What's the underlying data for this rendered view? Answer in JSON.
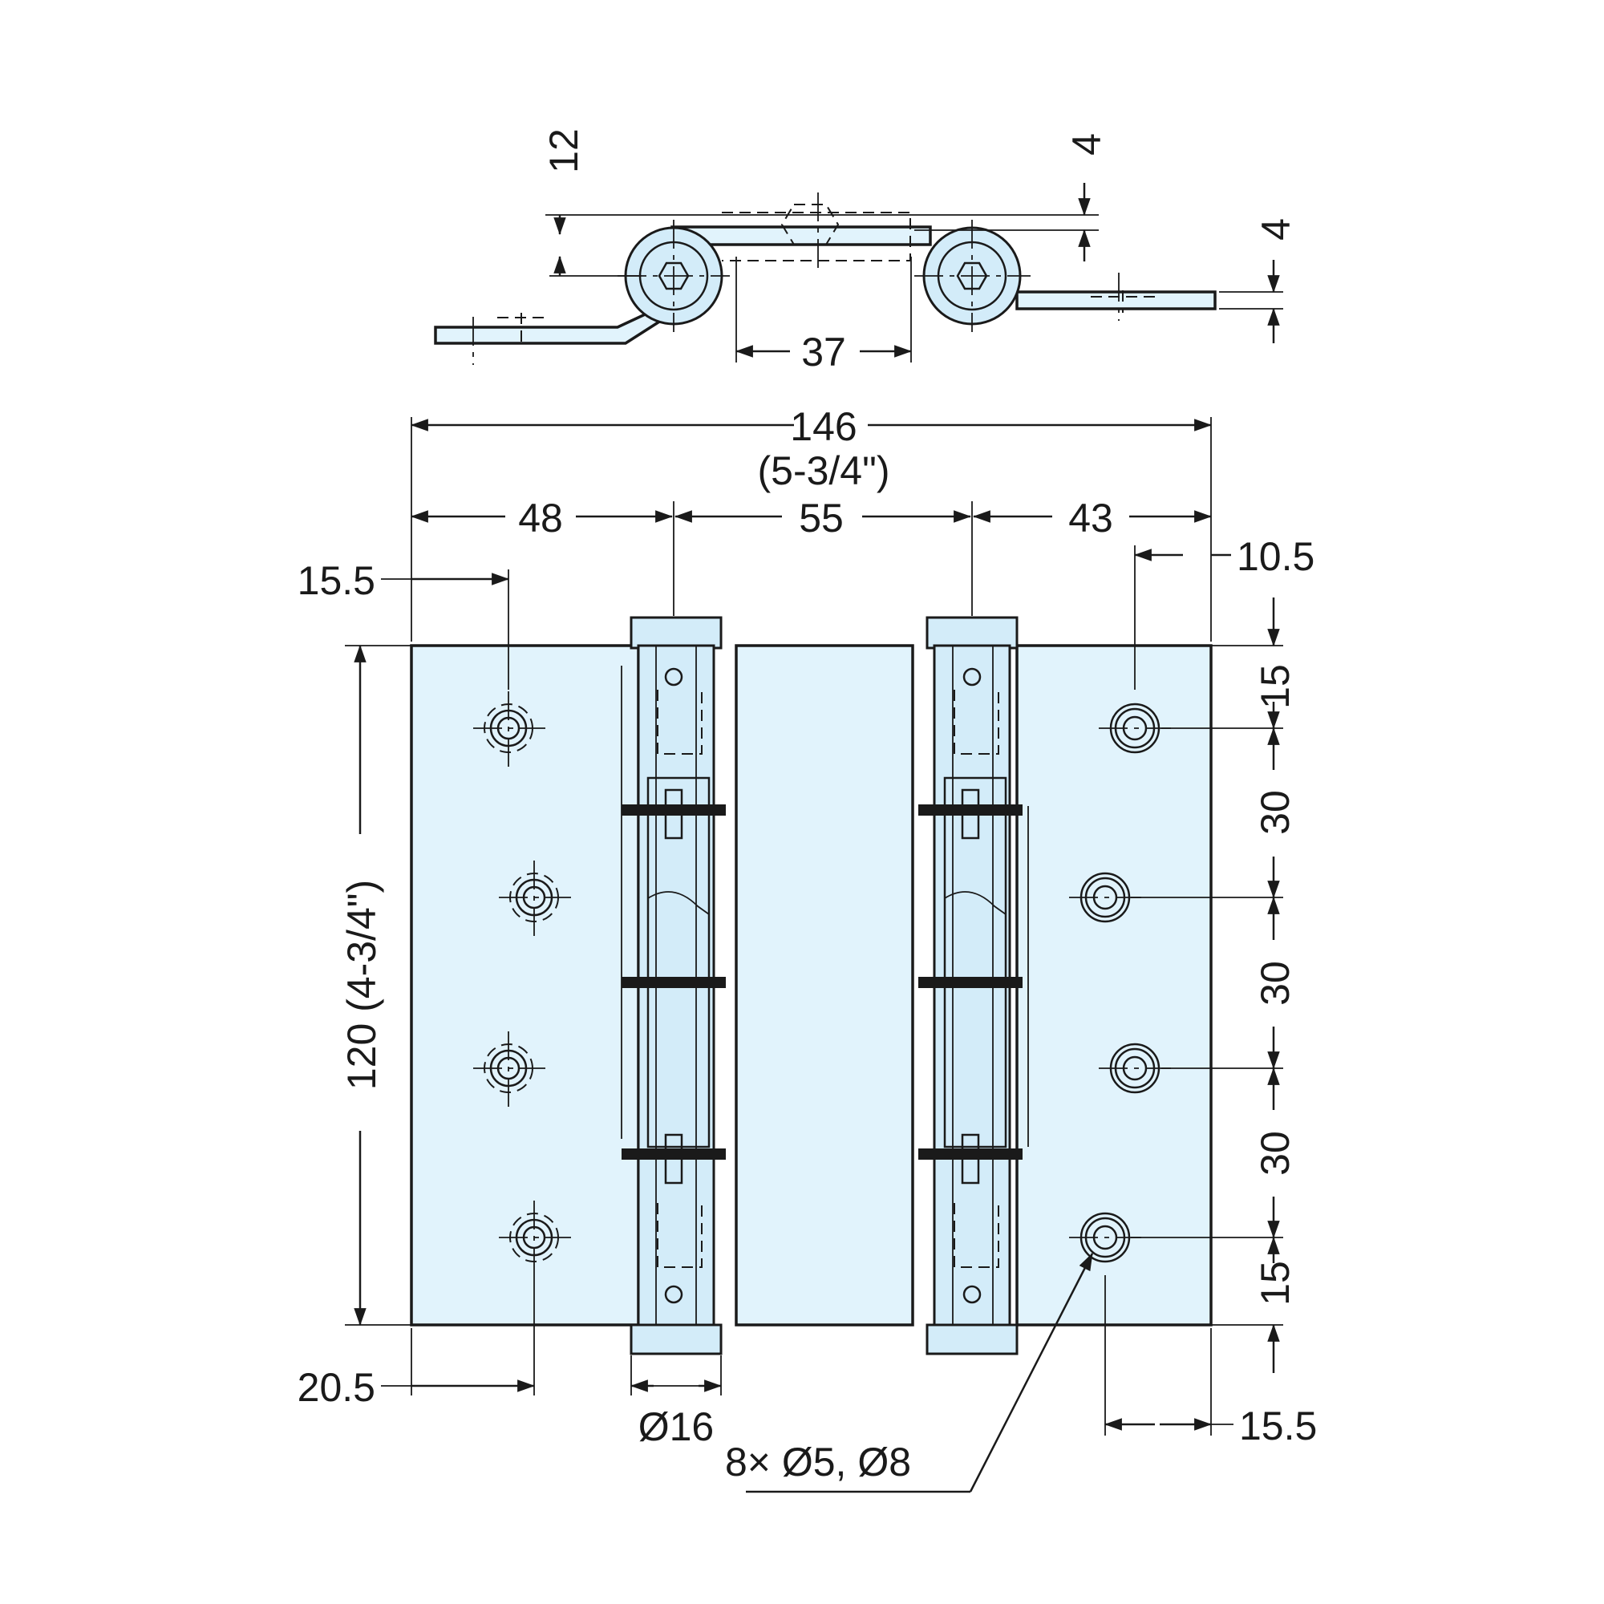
{
  "colors": {
    "plate_fill": "#e1f3fc",
    "line": "#1a1a1a",
    "background": "#ffffff"
  },
  "top_view": {
    "dim_thickness_right": "4",
    "dim_offset_height": "12",
    "dim_thickness_end": "4",
    "dim_barrel_distance": "37"
  },
  "front_view": {
    "overall_width": "146",
    "overall_width_inch": "(5-3/4\")",
    "seg_left": "48",
    "seg_middle": "55",
    "seg_right": "43",
    "left_hole_offset_top": "15.5",
    "right_hole_offset_top": "10.5",
    "overall_height": "120 (4-3/4\")",
    "left_hole_offset_bottom": "20.5",
    "barrel_diameter": "Ø16",
    "right_hole_offset_bottom": "15.5",
    "hole_spec": "8× Ø5, Ø8",
    "pitch_top": "15",
    "pitch_1": "30",
    "pitch_2": "30",
    "pitch_3": "30",
    "pitch_bottom": "15"
  }
}
